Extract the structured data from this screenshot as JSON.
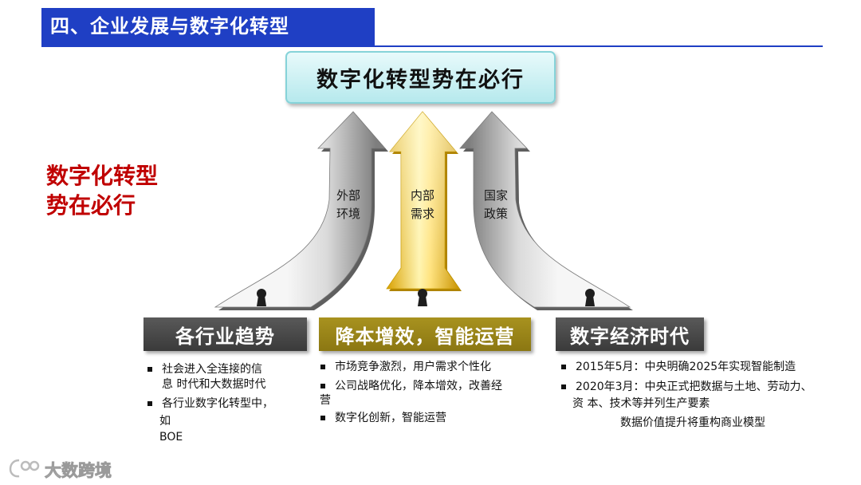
{
  "slide": {
    "title": "四、企业发展与数字化转型",
    "headline": "数字化转型势在必行",
    "side_note": [
      "数字化转型",
      "势在必行"
    ],
    "colors": {
      "title_bar": "#1f3fc4",
      "headline_box": "#b6e9ed",
      "side_note": "#c00000",
      "pillar_dark": "#3a3a3a",
      "pillar_gold": "#8b7712"
    }
  },
  "arrows": [
    {
      "label": [
        "外部",
        "环境"
      ]
    },
    {
      "label": [
        "内部",
        "需求"
      ]
    },
    {
      "label": [
        "国家",
        "政策"
      ]
    }
  ],
  "pillars": [
    {
      "title": "各行业趋势",
      "items": [
        {
          "lines": [
            "社会进入全连接的信",
            "息 时代和大数据时代"
          ]
        },
        {
          "lines": [
            "各行业数字化转型中，",
            "如",
            "BOE"
          ]
        }
      ]
    },
    {
      "title": "降本增效，智能运营",
      "items": [
        {
          "lines": [
            "市场竞争激烈，用户需求个性化"
          ]
        },
        {
          "lines": [
            "公司战略优化，降本增效，改善经",
            "营"
          ]
        },
        {
          "lines": [
            "数字化创新，智能运营"
          ]
        }
      ]
    },
    {
      "title": "数字经济时代",
      "items": [
        {
          "lines": [
            "2015年5月：中央明确2025年实现智能制造"
          ]
        },
        {
          "lines": [
            "2020年3月：中央正式把数据与土地、劳动力、",
            "资 本、技术等并列生产要素"
          ]
        }
      ],
      "conclusion": "数据价值提升将重构商业模型"
    }
  ],
  "watermark": "大数跨境"
}
